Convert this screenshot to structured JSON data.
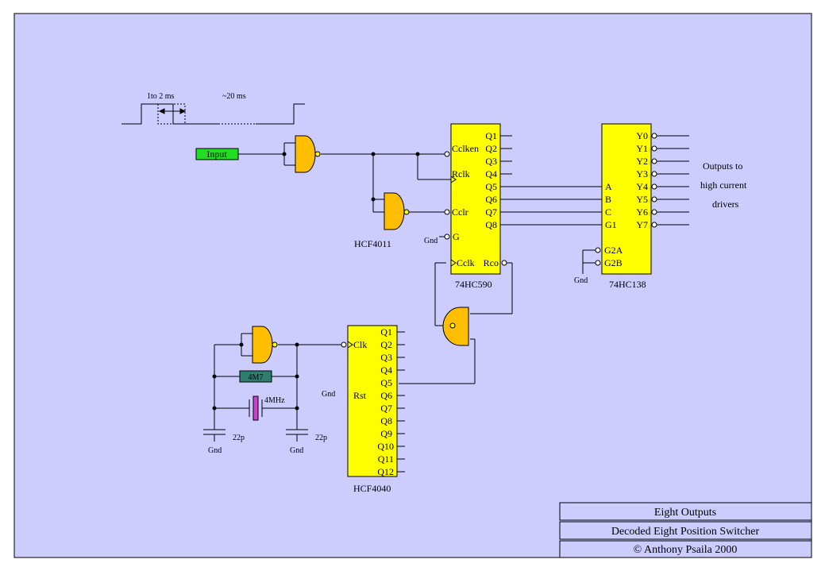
{
  "colors": {
    "sheet_background": "#ccccff",
    "chip_fill": "#ffff00",
    "gate_fill": "#ffbf00",
    "input_tag_fill": "#22dd22",
    "resistor_fill": "#2e7d6e",
    "crystal_fill": "#cc44cc"
  },
  "timing": {
    "pulse_label": "1to 2 ms",
    "period_label": "~20 ms"
  },
  "input_label": "Input",
  "hcf4011": {
    "name": "HCF4011"
  },
  "c74hc590": {
    "name": "74HC590",
    "left_pins": [
      "Cclken",
      "Rclk",
      "Cclr",
      "G",
      "Cclk"
    ],
    "right_pins": [
      "Q1",
      "Q2",
      "Q3",
      "Q4",
      "Q5",
      "Q6",
      "Q7",
      "Q8",
      "Rco"
    ],
    "gnd": "Gnd"
  },
  "c74hc138": {
    "name": "74HC138",
    "left_pins": [
      "A",
      "B",
      "C",
      "G1",
      "G2A",
      "G2B"
    ],
    "right_pins": [
      "Y0",
      "Y1",
      "Y2",
      "Y3",
      "Y4",
      "Y5",
      "Y6",
      "Y7"
    ],
    "gnd": "Gnd"
  },
  "outputs_note": [
    "Outputs to",
    "high current",
    "drivers"
  ],
  "hcf4040": {
    "name": "HCF4040",
    "left_pins": [
      "Clk",
      "Rst"
    ],
    "right_pins": [
      "Q1",
      "Q2",
      "Q3",
      "Q4",
      "Q5",
      "Q6",
      "Q7",
      "Q8",
      "Q9",
      "Q10",
      "Q11",
      "Q12"
    ],
    "gnd": "Gnd"
  },
  "oscillator": {
    "resistor": "4M7",
    "crystal": "4MHz",
    "cap_left": "22p",
    "cap_right": "22p",
    "gnd_left": "Gnd",
    "gnd_right": "Gnd"
  },
  "title_block": {
    "line1": "Eight Outputs",
    "line2": "Decoded Eight Position Switcher",
    "line3": "© Anthony Psaila 2000"
  }
}
